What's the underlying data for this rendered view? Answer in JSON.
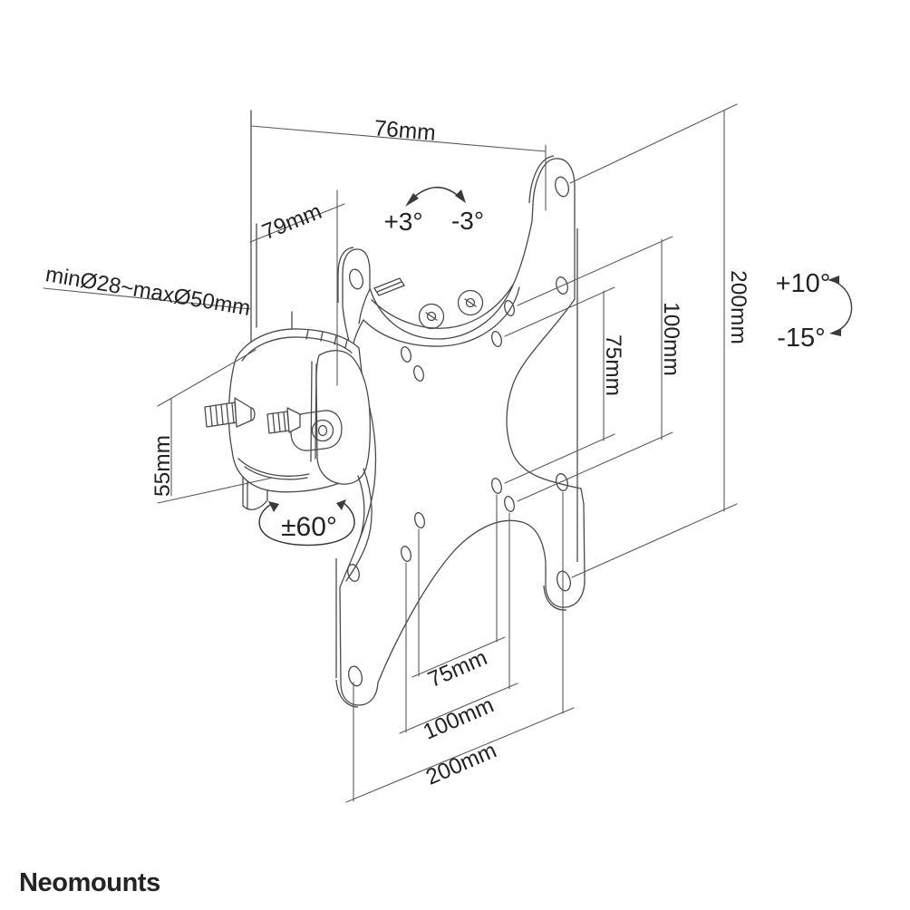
{
  "brand": {
    "logo_text": "Neomounts",
    "logo_color": "#8a8a8a"
  },
  "drawing": {
    "background": "#ffffff",
    "line_color": "#4a4a4a",
    "dim_line_color": "#5a5a5a",
    "label_color": "#232323",
    "labels": {
      "depth": "76mm",
      "pole_offset": "79mm",
      "pole_diameter": "minØ28~maxØ50mm",
      "clamp_height": "55mm",
      "swivel": "±60°",
      "level_plus": "+3°",
      "level_minus": "-3°",
      "tilt_up": "+10°",
      "tilt_down": "-15°",
      "vesa_vertical": [
        "75mm",
        "100mm",
        "200mm"
      ],
      "vesa_horizontal": [
        "75mm",
        "100mm",
        "200mm"
      ]
    }
  }
}
